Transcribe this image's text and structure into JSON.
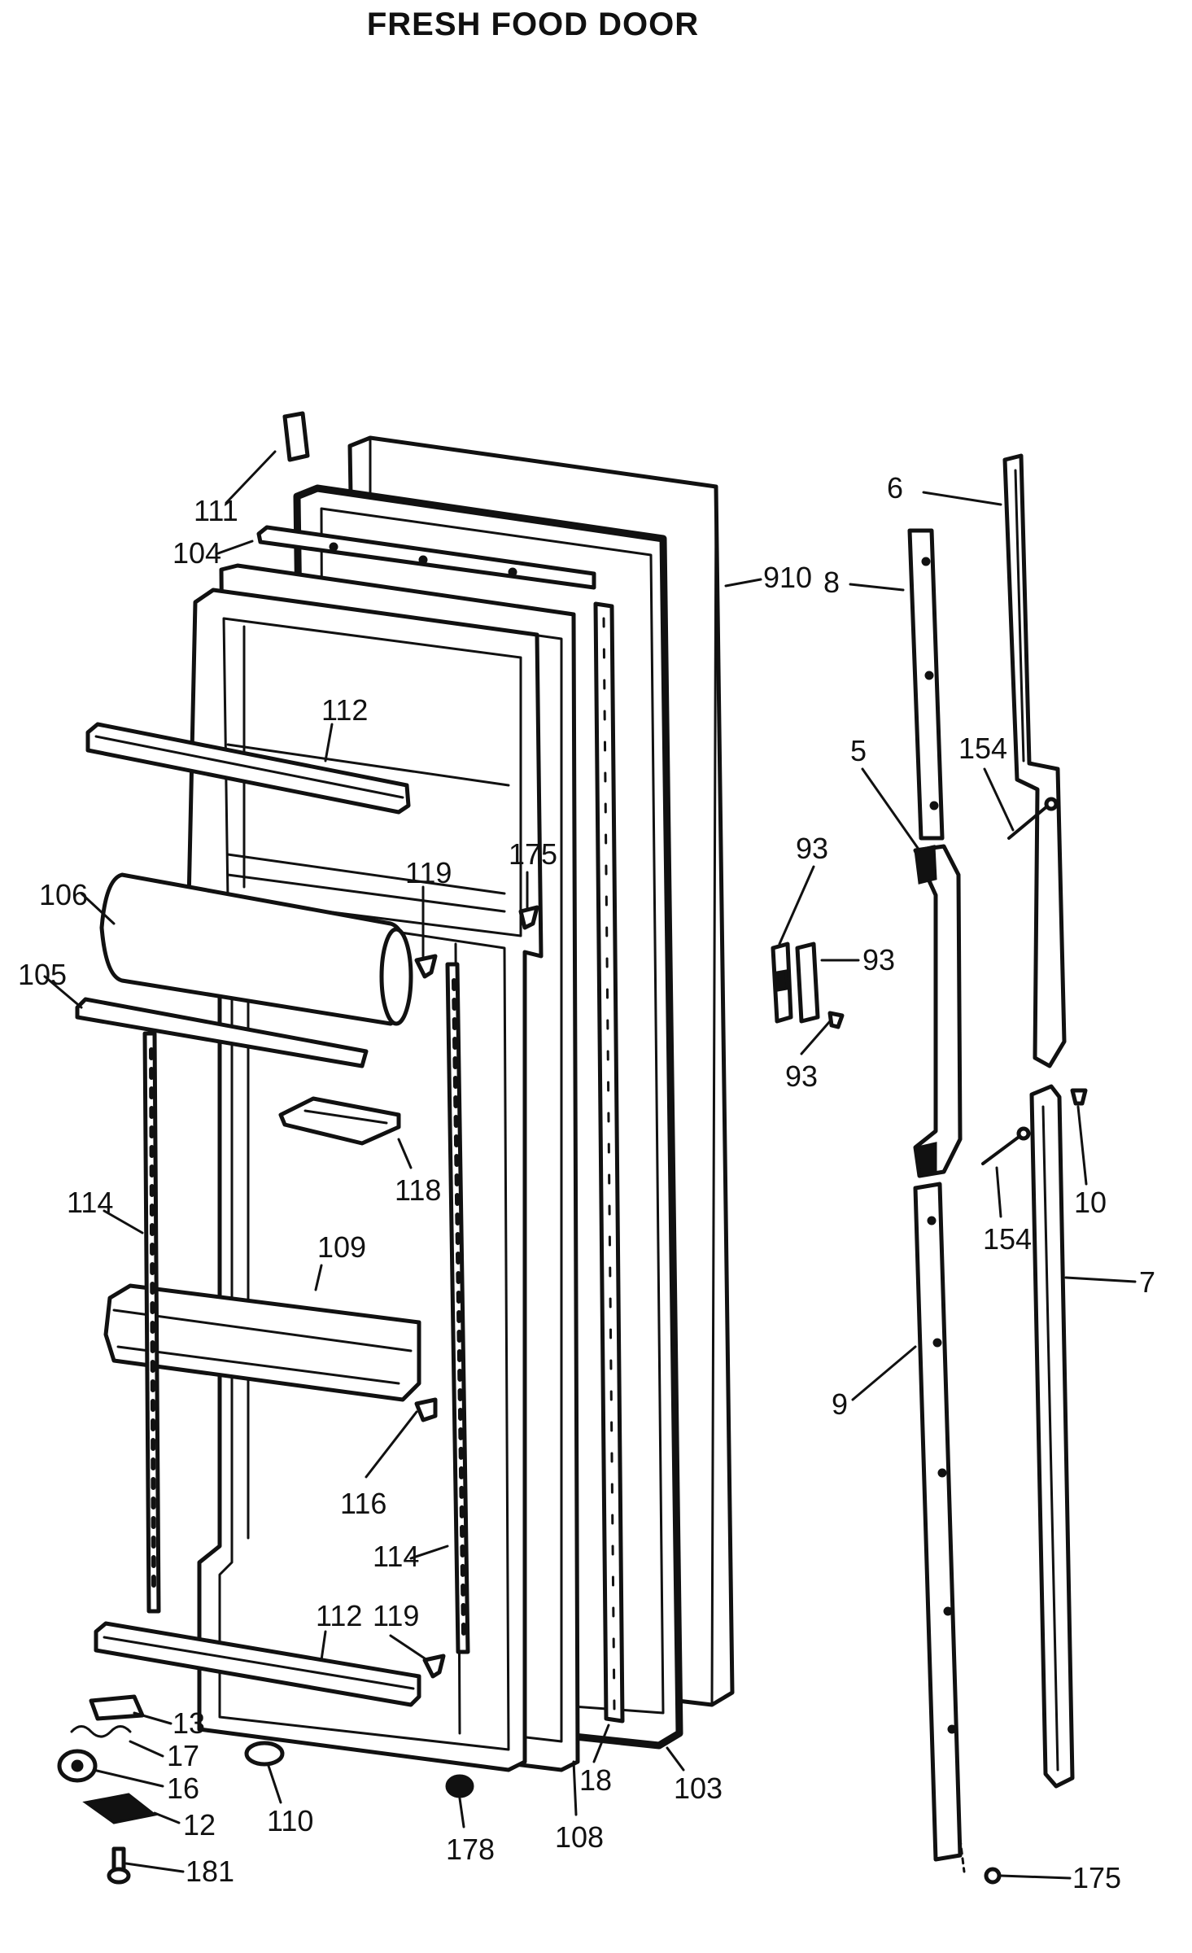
{
  "title": "FRESH FOOD DOOR",
  "ink_color": "#111111",
  "background_color": "#ffffff",
  "callouts": {
    "c111": "111",
    "c104": "104",
    "c112a": "112",
    "c106": "106",
    "c105": "105",
    "c175a": "175",
    "c119a": "119",
    "c118": "118",
    "c114a": "114",
    "c109": "109",
    "c116": "116",
    "c114b": "114",
    "c112b": "112",
    "c119b": "119",
    "c13": "13",
    "c17": "17",
    "c16": "16",
    "c12": "12",
    "c181": "181",
    "c110": "110",
    "c178": "178",
    "c108": "108",
    "c18": "18",
    "c103": "103",
    "c910": "910",
    "c6": "6",
    "c8": "8",
    "c5": "5",
    "c154a": "154",
    "c93a": "93",
    "c93b": "93",
    "c93c": "93",
    "c10": "10",
    "c154b": "154",
    "c7": "7",
    "c9": "9",
    "c175b": "175"
  }
}
